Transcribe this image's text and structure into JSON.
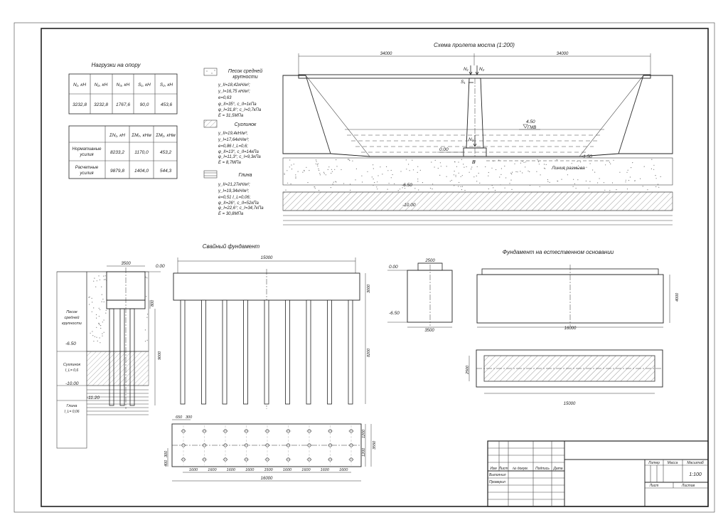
{
  "titles": {
    "loads": "Нагрузки на опору",
    "bridge": "Схема пролета моста (1:200)",
    "pile": "Свайный фундамент",
    "natural": "Фундамент на естественном основании"
  },
  "loads_table": {
    "headers": [
      "N₁, кН",
      "N₂, кН",
      "N₃, кН",
      "S₁, кН",
      "S₂, кН"
    ],
    "values": [
      "3232,8",
      "3232,8",
      "1767,6",
      "90,0",
      "453,6"
    ]
  },
  "forces_table": {
    "headers": [
      "ΣN₁, кН",
      "ΣMₓ, кНм",
      "ΣMᵧ, кНм"
    ],
    "rows": [
      {
        "label": [
          "Нормативные",
          "усилия"
        ],
        "values": [
          "8233,2",
          "1170,0",
          "453,2"
        ]
      },
      {
        "label": [
          "Расчетные",
          "усилия"
        ],
        "values": [
          "9879,8",
          "1404,0",
          "544,3"
        ]
      }
    ]
  },
  "soils": [
    {
      "name": [
        "Песок средней",
        "крупности"
      ],
      "props": [
        "γ_II=18,42кН/м³;",
        "γ_I=16,75 кН/м³;",
        "e=0,63",
        "φ_II=35°, c_II=1кПа",
        "φ_I=31,8°; c_I=0,7кПа",
        "E = 31,5МПа"
      ]
    },
    {
      "name": [
        "Суглинок"
      ],
      "props": [
        "γ_II=19,4кН/м³;",
        "γ_I=17,64кН/м³;",
        "e=0,86  I_L=0,6;",
        "φ_II=13°, c_II=14кПа",
        "φ_I=11,3°; c_I=9,3кПа",
        "E = 8,7МПа"
      ]
    },
    {
      "name": [
        "Глина"
      ],
      "props": [
        "γ_II=21,27кН/м³;",
        "γ_I=19,34кН/м³;",
        "e=0,51  I_L=0,06;",
        "φ_II=26°, c_II=52кПа",
        "φ_I=22,6°; c_I=34,7кПа",
        "E = 30,8МПа"
      ]
    }
  ],
  "bridge": {
    "span_left": "34000",
    "span_right": "34000",
    "labels": {
      "n1": "N₁",
      "n2": "N₂",
      "n3": "N₃",
      "s1": "S₁",
      "b": "B"
    },
    "water_level": "4.50",
    "water_label": "ГМВ",
    "level_0": "0.00",
    "level_m150": "-1.50",
    "scour_line": "Линия размыва",
    "level_m650": "-6.50",
    "level_m1000": "-10.00"
  },
  "pile_side": {
    "width": "3500",
    "level_0": "0.00",
    "cap_h": "800",
    "pile_len": "9000",
    "level_m650": "-6.50",
    "level_m1000": "-10.00",
    "level_m1120": "-11.20",
    "soil1": [
      "Песок",
      "средней",
      "крупности"
    ],
    "soil2": [
      "Суглинок",
      "I_L= 0,6"
    ],
    "soil3": [
      "Глина",
      "I_L= 0,06"
    ]
  },
  "pile_front": {
    "width": "15000",
    "cap_h": "3000",
    "pile_len": "8200"
  },
  "pile_plan": {
    "edge1": "650",
    "edge2": "300",
    "spacings": [
      "1600",
      "1600",
      "1600",
      "1600",
      "1500",
      "1600",
      "1600",
      "1600",
      "1600"
    ],
    "total": "16000",
    "dim_right1": "1200",
    "dim_right2": "1200",
    "dim_right_total": "3550",
    "dim_left1": "400",
    "dim_left2": "300"
  },
  "natural_side": {
    "top_w": "2500",
    "bot_w": "3500",
    "level_0": "0.00",
    "level_m650": "-6.50"
  },
  "natural_front": {
    "width": "16000",
    "height": "4000"
  },
  "natural_plan": {
    "width": "15000",
    "height": "2500"
  },
  "title_block": {
    "row_labels": [
      "Изм",
      "Лист",
      "№ докум.",
      "Подпись",
      "Дата"
    ],
    "roles": [
      "Выполнил",
      "Проверил"
    ],
    "litera": "Литер",
    "massa": "Масса",
    "masshtab": "Масштаб",
    "scale": "1:100",
    "list": "Лист",
    "listov": "Листов"
  }
}
